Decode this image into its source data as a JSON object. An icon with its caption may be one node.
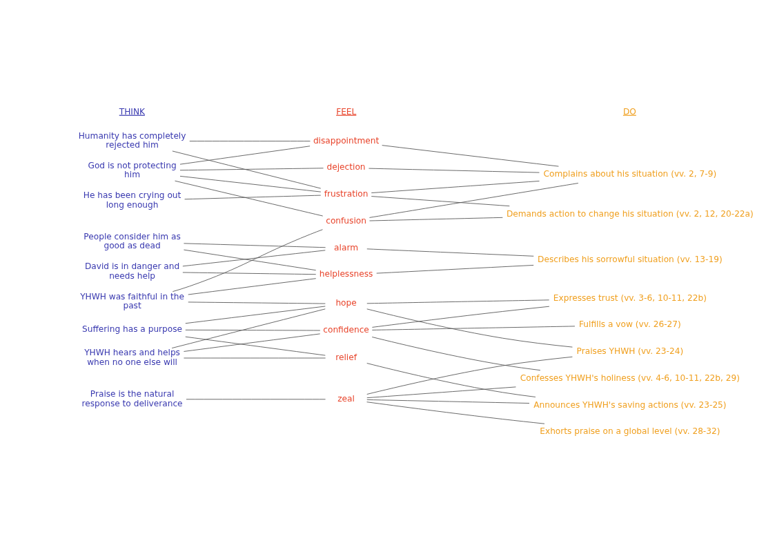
{
  "diagram": {
    "nodes": [
      {
        "text": [
          "God is not protecting him"
        ]
      },
      {
        "text": [
          "He has been crying out long enough"
        ]
      },
      {
        "text": [
          "Humanity has completely rejected him"
        ]
      },
      {
        "text": [
          "YHWH was faithful in the past"
        ]
      },
      {
        "text": [
          "David is in danger and needs help"
        ]
      },
      {
        "text": [
          "People consider him as good as dead"
        ]
      },
      {
        "text": [
          "Suffering has a purpose"
        ]
      },
      {
        "text": [
          "Praise is the natural response to deliverance"
        ]
      },
      {
        "text": [
          "YHWH hears and helps when no one else will"
        ]
      },
      {
        "text": [
          "dejection"
        ]
      },
      {
        "text": [
          "disappointment"
        ]
      },
      {
        "text": [
          "confusion"
        ]
      },
      {
        "text": [
          "frustration"
        ]
      },
      {
        "text": [
          "helplessness"
        ]
      },
      {
        "text": [
          "alarm"
        ]
      },
      {
        "text": [
          "confidence"
        ]
      },
      {
        "text": [
          "hope"
        ]
      },
      {
        "text": [
          "zeal"
        ]
      },
      {
        "text": [
          "relief"
        ]
      },
      {
        "text": [
          "Complains about his situation (vv. 2, 7-9)"
        ]
      },
      {
        "text": [
          "Demands action to change his situation (vv. 2, 12, 20-22a)"
        ]
      },
      {
        "text": [
          "Describes his sorrowful situation (vv. 13-19)"
        ]
      },
      {
        "text": [
          "Expresses trust (vv. 3-6, 10-11, 22b)"
        ]
      },
      {
        "text": [
          "Confesses YHWH's holiness (vv. 4-6, 10-11, 22b, 29)"
        ]
      },
      {
        "text": [
          "Praises YHWH (vv. 23-24)"
        ]
      },
      {
        "text": [
          "Announces YHWH's saving actions (vv. 23-25)"
        ]
      },
      {
        "text": [
          "Fulfills a vow (vv. 26-27)"
        ]
      },
      {
        "text": [
          "Exhorts praise on a global level (vv. 28-32)"
        ]
      }
    ],
    "edges": [
      {
        "from": 0,
        "to": 9,
        "arrow": "none"
      },
      {
        "from": 0,
        "to": 10,
        "arrow": "none"
      },
      {
        "from": 0,
        "to": 11,
        "arrow": "none"
      },
      {
        "from": 0,
        "to": 12,
        "arrow": "none"
      },
      {
        "from": 1,
        "to": 12,
        "arrow": "none"
      },
      {
        "from": 2,
        "to": 10,
        "arrow": "none"
      },
      {
        "from": 2,
        "to": 12,
        "arrow": "none"
      },
      {
        "from": 3,
        "to": 11,
        "arrow": "none"
      },
      {
        "from": 3,
        "to": 13,
        "arrow": "none"
      },
      {
        "from": 3,
        "to": 16,
        "arrow": "none"
      },
      {
        "from": 4,
        "to": 13,
        "arrow": "none"
      },
      {
        "from": 4,
        "to": 14,
        "arrow": "none"
      },
      {
        "from": 5,
        "to": 13,
        "arrow": "none"
      },
      {
        "from": 5,
        "to": 14,
        "arrow": "none"
      },
      {
        "from": 6,
        "to": 15,
        "arrow": "none"
      },
      {
        "from": 6,
        "to": 16,
        "arrow": "none"
      },
      {
        "from": 6,
        "to": 18,
        "arrow": "none"
      },
      {
        "from": 7,
        "to": 17,
        "arrow": "none"
      },
      {
        "from": 8,
        "to": 15,
        "arrow": "none"
      },
      {
        "from": 8,
        "to": 16,
        "arrow": "none"
      },
      {
        "from": 8,
        "to": 18,
        "arrow": "none"
      },
      {
        "from": 9,
        "to": 19,
        "arrow": "none"
      },
      {
        "from": 10,
        "to": 19,
        "arrow": "none"
      },
      {
        "from": 11,
        "to": 19,
        "arrow": "none"
      },
      {
        "from": 11,
        "to": 20,
        "arrow": "none"
      },
      {
        "from": 12,
        "to": 19,
        "arrow": "none"
      },
      {
        "from": 12,
        "to": 20,
        "arrow": "none"
      },
      {
        "from": 13,
        "to": 21,
        "arrow": "none"
      },
      {
        "from": 14,
        "to": 21,
        "arrow": "none"
      },
      {
        "from": 15,
        "to": 22,
        "arrow": "none"
      },
      {
        "from": 15,
        "to": 23,
        "arrow": "none"
      },
      {
        "from": 15,
        "to": 26,
        "arrow": "none"
      },
      {
        "from": 16,
        "to": 22,
        "arrow": "none"
      },
      {
        "from": 16,
        "to": 24,
        "arrow": "none"
      },
      {
        "from": 17,
        "to": 23,
        "arrow": "none"
      },
      {
        "from": 17,
        "to": 24,
        "arrow": "none"
      },
      {
        "from": 17,
        "to": 25,
        "arrow": "none"
      },
      {
        "from": 17,
        "to": 27,
        "arrow": "none"
      },
      {
        "from": 18,
        "to": 25,
        "arrow": "none"
      }
    ],
    "labels": [
      "THINK",
      "FEEL",
      "DO"
    ]
  }
}
